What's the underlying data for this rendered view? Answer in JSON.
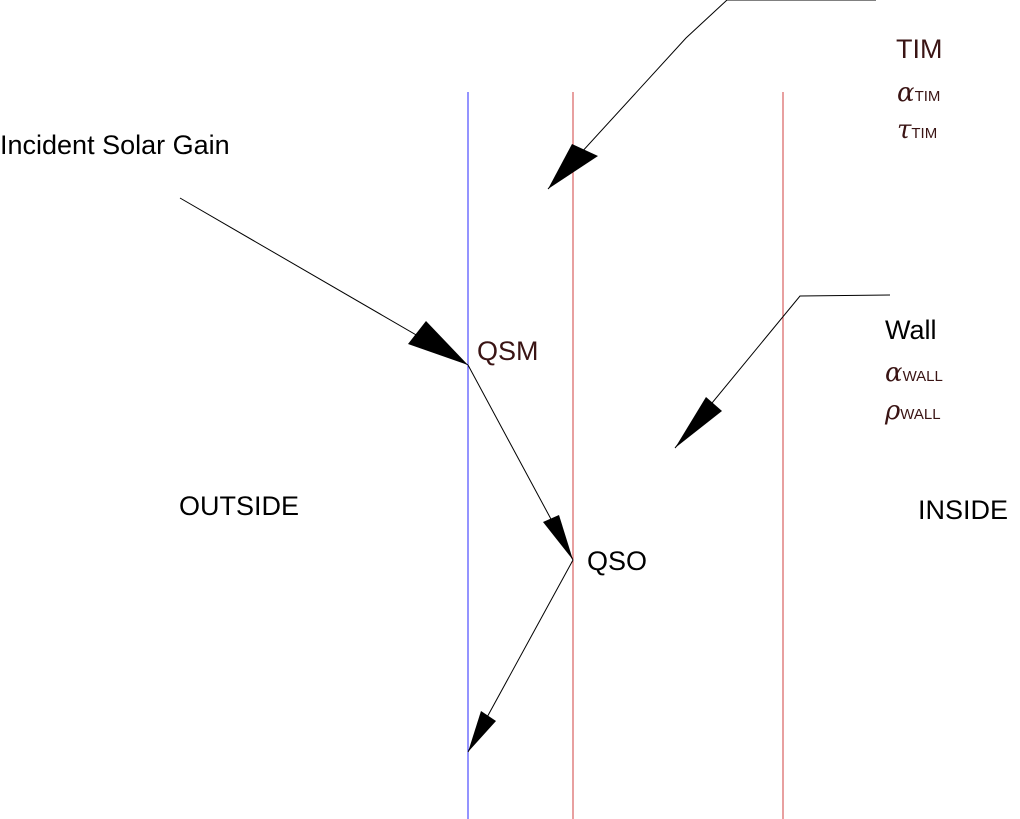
{
  "labels": {
    "incident": "Incident Solar Gain",
    "outside": "OUTSIDE",
    "inside": "INSIDE",
    "qsm": "QSM",
    "qso": "QSO",
    "tim": "TIM",
    "wall": "Wall"
  },
  "tim_params": [
    {
      "symbol": "α",
      "subscript": "TIM"
    },
    {
      "symbol": "τ",
      "subscript": "TIM"
    }
  ],
  "wall_params": [
    {
      "symbol": "α",
      "subscript": "WALL"
    },
    {
      "symbol": "ρ",
      "subscript": "WALL"
    }
  ],
  "colors": {
    "outer_surface_line": "#2a2aff",
    "tim_wall_lines": "#d04040",
    "label_dark": "#3a1414",
    "stroke": "#000000"
  }
}
